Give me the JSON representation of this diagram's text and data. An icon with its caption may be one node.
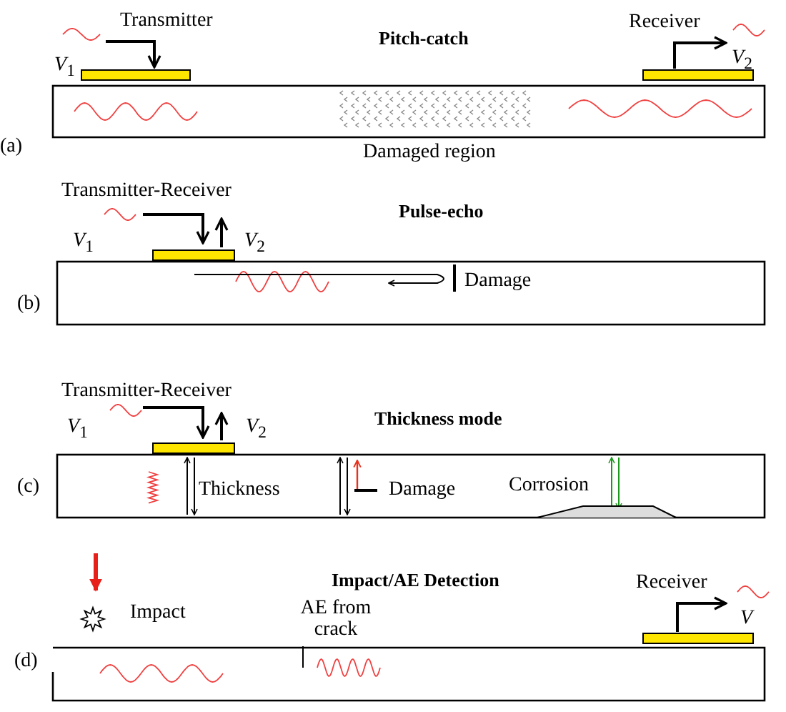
{
  "diagram": {
    "labels": [
      "Transmitter",
      "Pitch-catch",
      "Receiver",
      "*V*$_{1}$",
      "*V*$_{2}$",
      "(a)",
      "Damaged region",
      "Transmitter-Receiver",
      "Pulse-echo",
      "*V*$_{1}$",
      "*V*$_{2}$",
      "Damage",
      "(b)",
      "Transmitter-Receiver",
      "Thickness mode",
      "*V*$_{1}$",
      "*V*$_{2}$",
      "(c)",
      "Thickness",
      "Damage",
      "Corrosion",
      "Impact/AE Detection",
      "Receiver",
      "Impact",
      "AE from crack",
      "V",
      "(d)"
    ]
  }
}
